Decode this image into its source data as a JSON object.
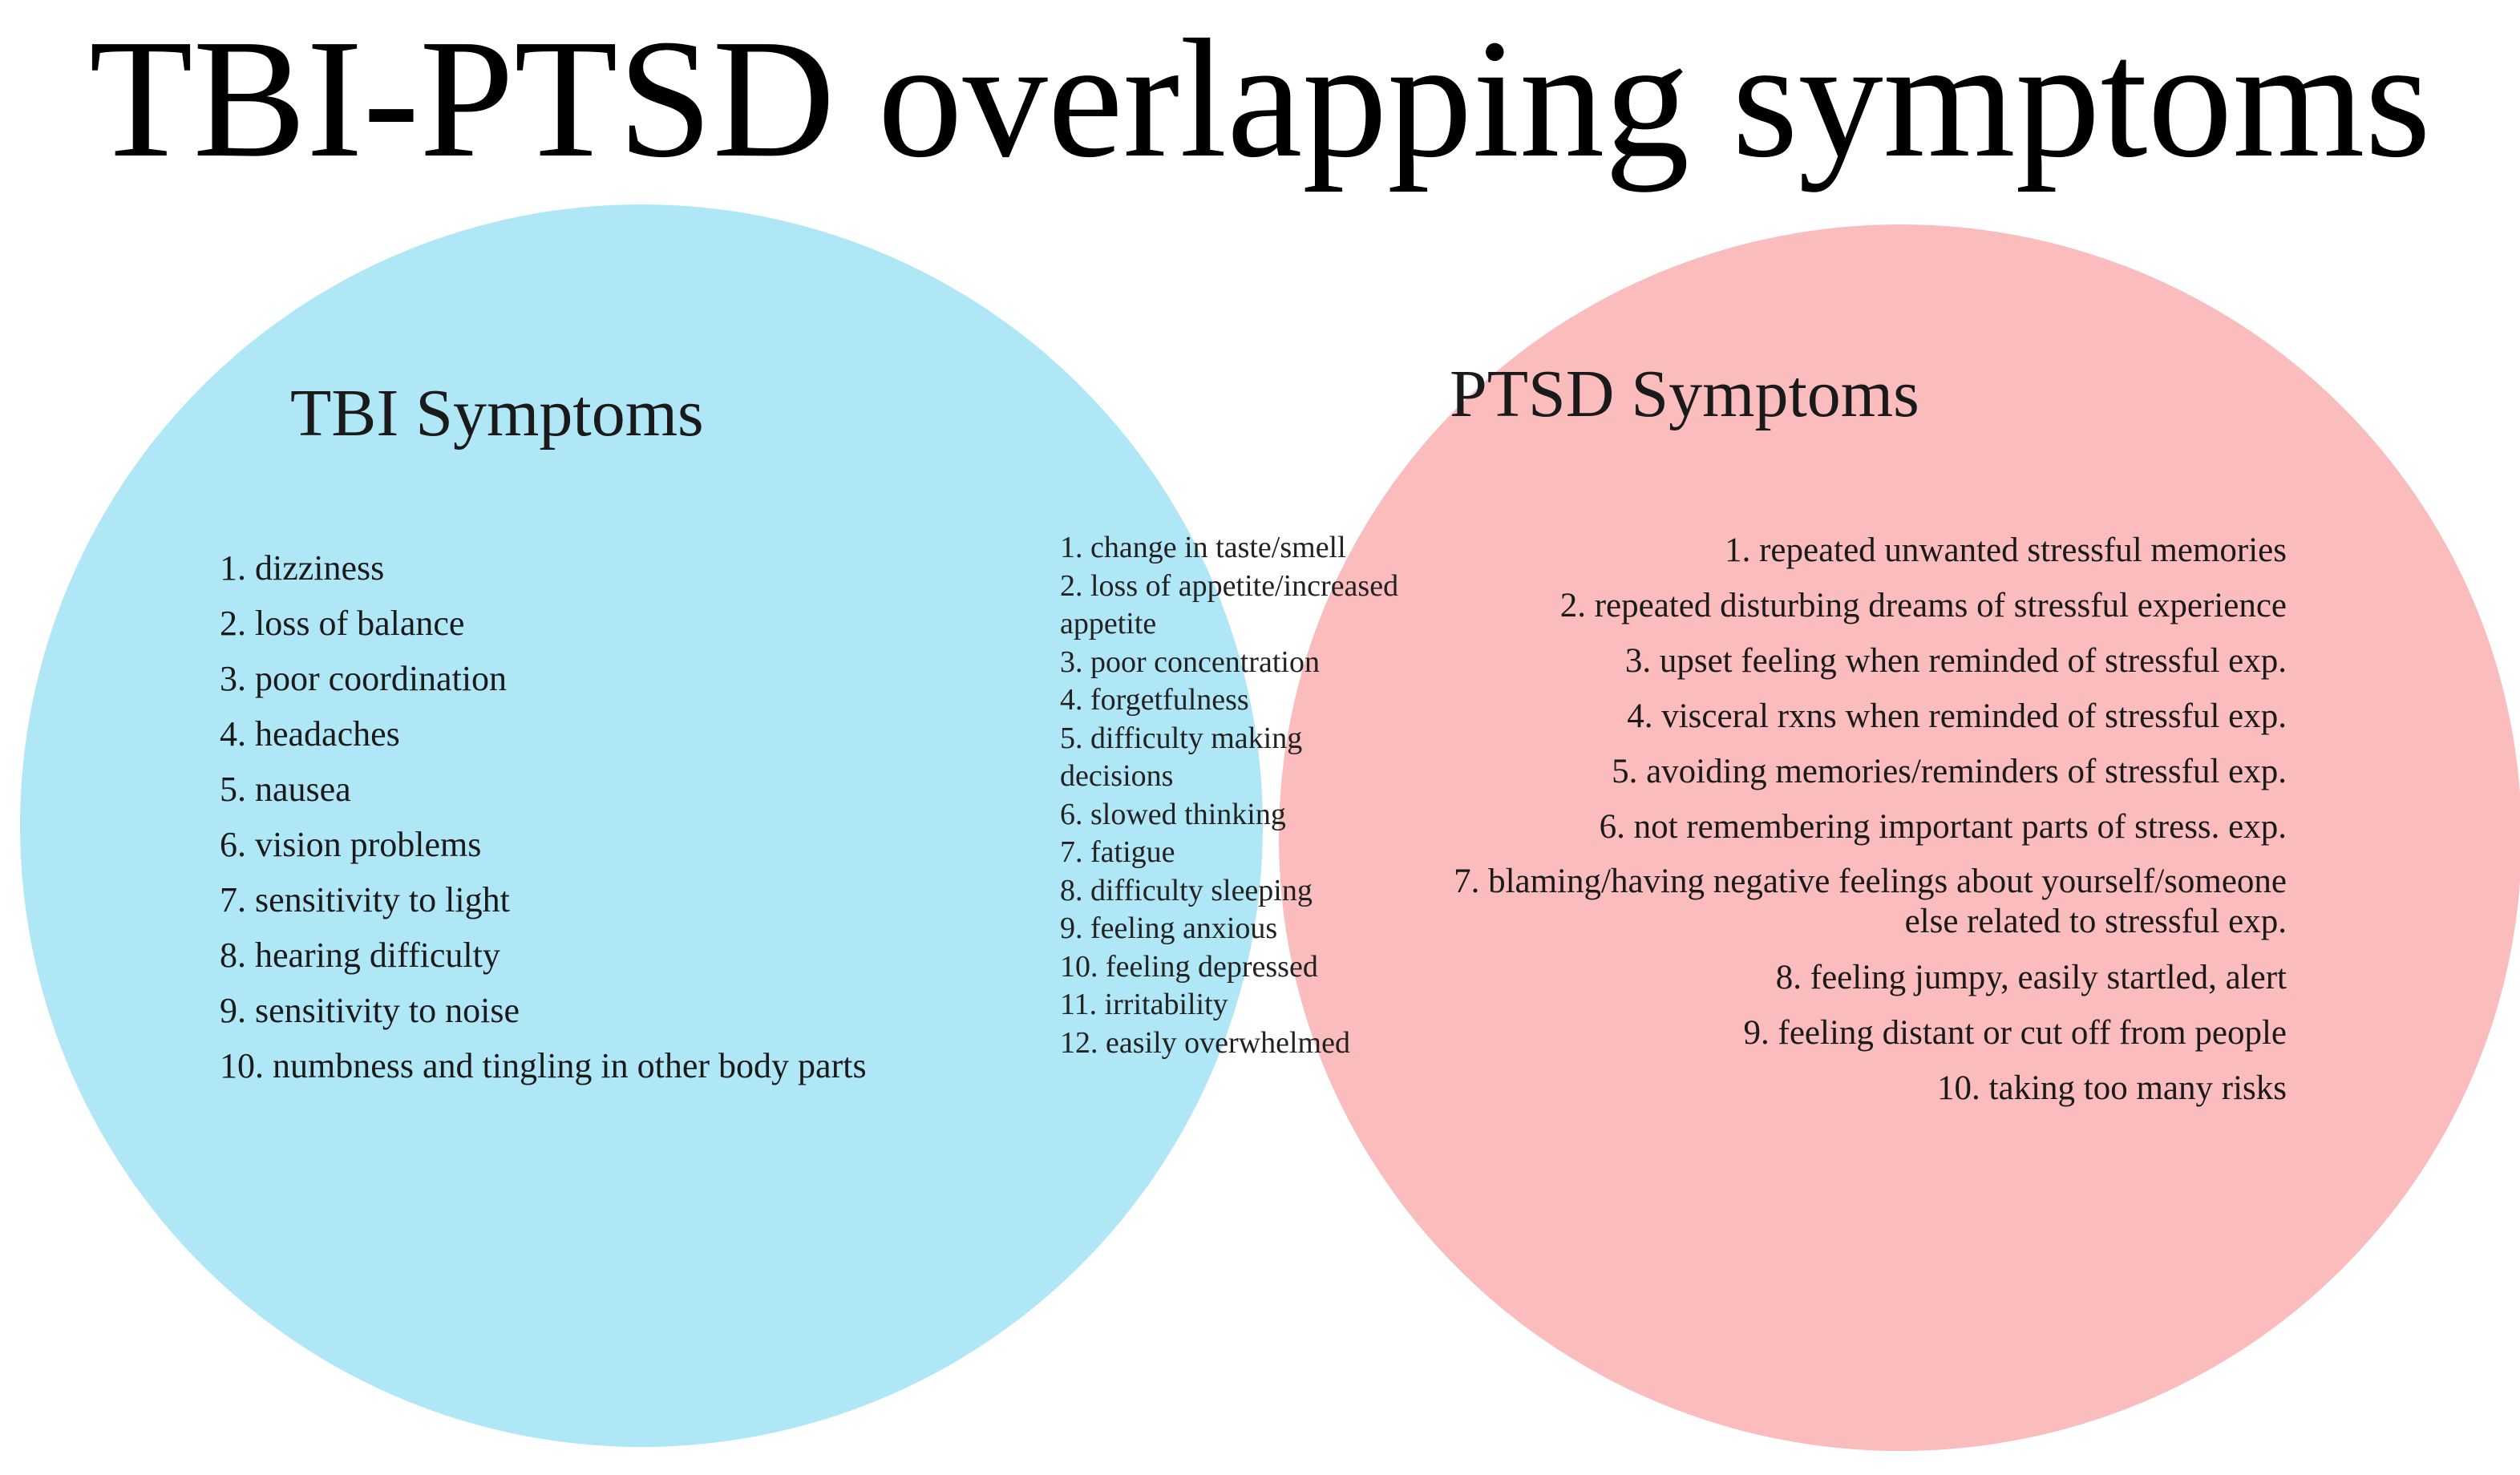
{
  "title": "TBI-PTSD overlapping symptoms",
  "colors": {
    "tbi_fill": "#b0e7f7",
    "ptsd_fill": "#fbbcbe",
    "overlap_fill": "#d6acb8",
    "background": "#ffffff"
  },
  "sets": {
    "tbi": {
      "heading": "TBI Symptoms",
      "items": [
        "1. dizziness",
        "2. loss of balance",
        "3. poor coordination",
        "4. headaches",
        "5. nausea",
        "6. vision problems",
        "7. sensitivity to light",
        "8. hearing difficulty",
        "9. sensitivity to noise",
        "10. numbness and tingling in other body parts"
      ]
    },
    "overlap": {
      "items": [
        "1. change in taste/smell",
        "2. loss of appetite/increased appetite",
        "3. poor concentration",
        "4. forgetfulness",
        "5. difficulty making decisions",
        "6. slowed thinking",
        "7. fatigue",
        "8. difficulty sleeping",
        "9. feeling anxious",
        "10. feeling depressed",
        "11. irritability",
        "12. easily overwhelmed"
      ]
    },
    "ptsd": {
      "heading": "PTSD Symptoms",
      "items": [
        "1. repeated unwanted stressful memories",
        "2. repeated disturbing dreams of stressful experience",
        "3. upset feeling when reminded of stressful exp.",
        "4. visceral rxns when reminded of stressful exp.",
        "5. avoiding memories/reminders of stressful exp.",
        "6. not remembering important parts of stress. exp.",
        "7. blaming/having negative feelings about yourself/someone else related to stressful exp.",
        "8. feeling jumpy, easily startled, alert",
        "9. feeling distant or cut off from people",
        "10. taking too many risks"
      ]
    }
  }
}
